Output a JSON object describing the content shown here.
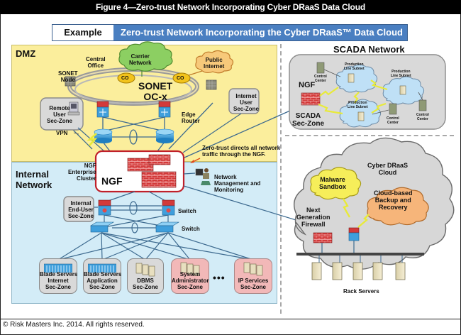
{
  "figure_title": "Figure 4—Zero-trust Network Incorporating Cyber DRaaS Data Cloud",
  "header": {
    "example_label": "Example",
    "title": "Zero-trust Network Incorporating the Cyber DRaaS™ Data Cloud"
  },
  "dmz": {
    "title": "DMZ",
    "central_office": "Central\nOffice",
    "carrier_network": "Carrier\nNetwork",
    "public_internet": "Public\nInternet",
    "sonet_node": "SONET\nNode",
    "co_label": "CO",
    "sonet_ring": "SONET\nOC-x",
    "remote_user": "Remote\nUser\nSec-Zone",
    "internet_user": "Internet\nUser\nSec-Zone",
    "edge_router": "Edge\nRouter",
    "vpn": "VPN",
    "zero_trust_note": "Zero-trust directs all network\ntraffic through the NGF."
  },
  "internal": {
    "title": "Internal\nNetwork",
    "ngf_cluster": "NGF\nEnterprise\nCluster",
    "ngf": "NGF",
    "network_mgmt": "Network\nManagement and\nMonitoring",
    "internal_end_user": "Internal\nEnd-User\nSec-Zone",
    "switch_1": "Switch",
    "switch_2": "Switch",
    "ellipsis": "•••",
    "sec_zones": [
      {
        "label": "Blade Servers\nInternet\nSec-Zone",
        "highlight": false
      },
      {
        "label": "Blade Servers\nApplication\nSec-Zone",
        "highlight": false
      },
      {
        "label": "DBMS\nSec-Zone",
        "highlight": false
      },
      {
        "label": "System\nAdministrator\nSec-Zone",
        "highlight": true
      },
      {
        "label": "IP Services\nSec-Zone",
        "highlight": true
      }
    ]
  },
  "scada": {
    "title": "SCADA Network",
    "ngf": "NGF",
    "sec_zone": "SCADA\nSec-Zone",
    "subnets": [
      "Production\nLine Subnet",
      "Production\nLine Subnet",
      "Production\nLine Subnet"
    ],
    "control_centers": [
      "Control\nCenter",
      "Control\nCenter",
      "Control\nCenter"
    ]
  },
  "draas": {
    "title": "Cyber DRaaS\nCloud",
    "malware_sandbox": "Malware\nSandbox",
    "backup_recovery": "Cloud-based\nBackup and\nRecovery",
    "next_gen_firewall": "Next\nGeneration\nFirewall",
    "rack_servers": "Rack Servers"
  },
  "colors": {
    "dmz_bg": "#fbee9c",
    "internal_bg": "#d3ecf7",
    "header_blue": "#4a7fc1",
    "firewall_red": "#d23a3a",
    "link_blue": "#3d6a8f",
    "lightning_yellow": "#e8ea3a"
  },
  "footer": "© Risk Masters Inc. 2014. All rights reserved."
}
